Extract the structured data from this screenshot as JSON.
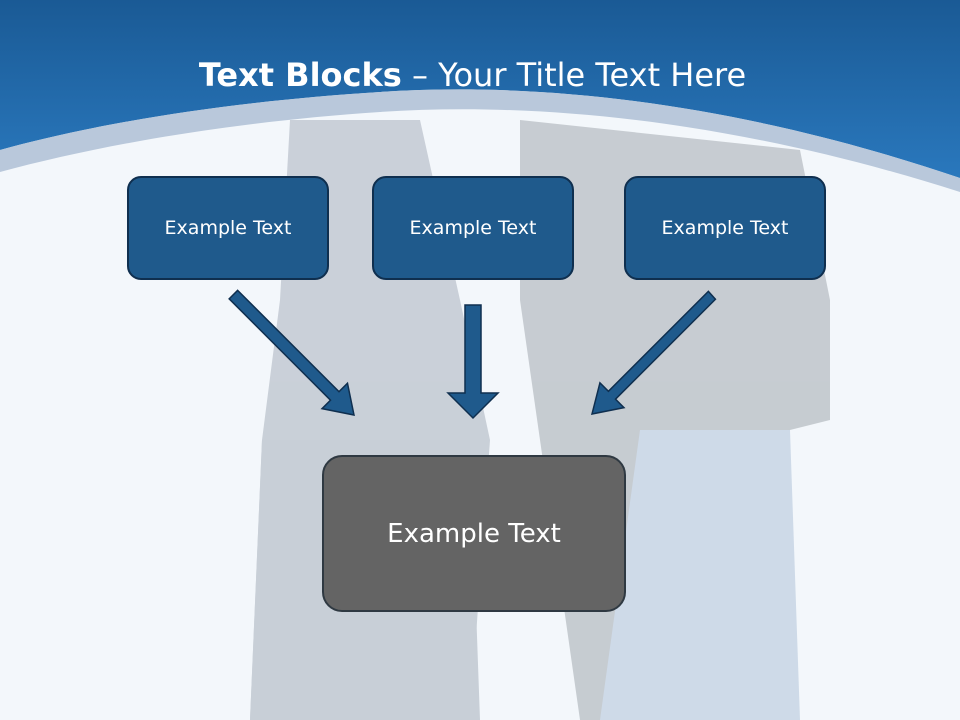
{
  "title": {
    "bold": "Text Blocks",
    "dash": "–",
    "rest": "Your Title Text Here"
  },
  "blocks": [
    {
      "label": "Example Text"
    },
    {
      "label": "Example Text"
    },
    {
      "label": "Example Text"
    }
  ],
  "target": {
    "label": "Example Text"
  },
  "colors": {
    "header_blue": "#1f67a8",
    "block_blue": "#1f5a8c",
    "block_border": "#0f2f4f",
    "target_gray": "#646464",
    "arrow_fill": "#1f5a8c",
    "background": "#f3f7fb"
  },
  "background_image": "faded-couple-photo"
}
